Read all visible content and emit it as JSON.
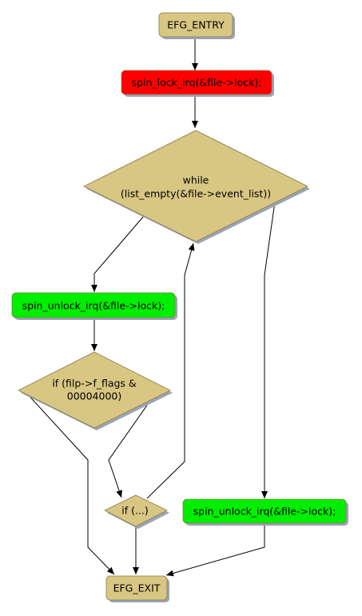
{
  "colors": {
    "tan": "#d8c683",
    "red": "#ff0000",
    "green": "#00ee00",
    "shadow": "#9aa4b6",
    "border": "#8c7a4a",
    "edge": "#000000"
  },
  "nodes": {
    "entry": {
      "label": "EFG_ENTRY"
    },
    "spin_lock": {
      "label": "spin_lock_irq(&file->lock);"
    },
    "while_loop": {
      "line1": "while",
      "line2": "(list_empty(&file->event_list))"
    },
    "unlock_left": {
      "label": "spin_unlock_irq(&file->lock);"
    },
    "if_filp": {
      "line1": "if (filp->f_flags &",
      "line2": "00004000)"
    },
    "if_dots": {
      "label": "if (...)"
    },
    "unlock_right": {
      "label": "spin_unlock_irq(&file->lock);"
    },
    "exit": {
      "label": "EFG_EXIT"
    }
  }
}
